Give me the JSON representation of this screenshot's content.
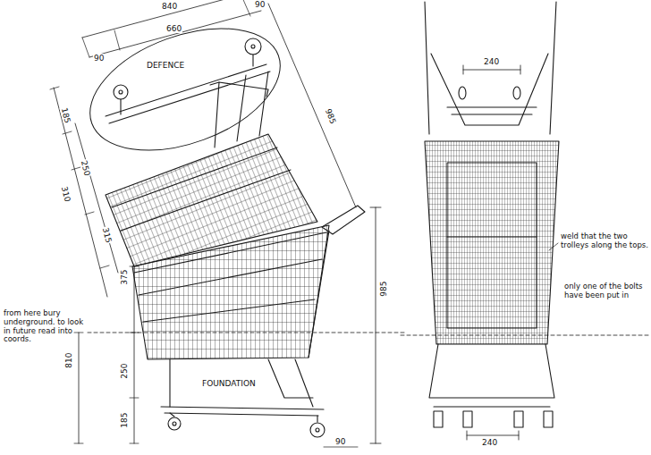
{
  "diagram": {
    "nodes": [
      {
        "text": [
          "DEFENCE"
        ]
      }
    ],
    "labels": [
      "840",
      "660",
      "90",
      "90",
      "185",
      "250",
      "310",
      "315",
      "375",
      "810",
      "250",
      "185",
      "985",
      "985",
      "90",
      "240",
      "240",
      "FOUNDATION",
      "from here bury underground. to look in future read into coords.",
      "weld that the two trolleys along the tops.",
      "only one of the bolts have been put in"
    ]
  }
}
